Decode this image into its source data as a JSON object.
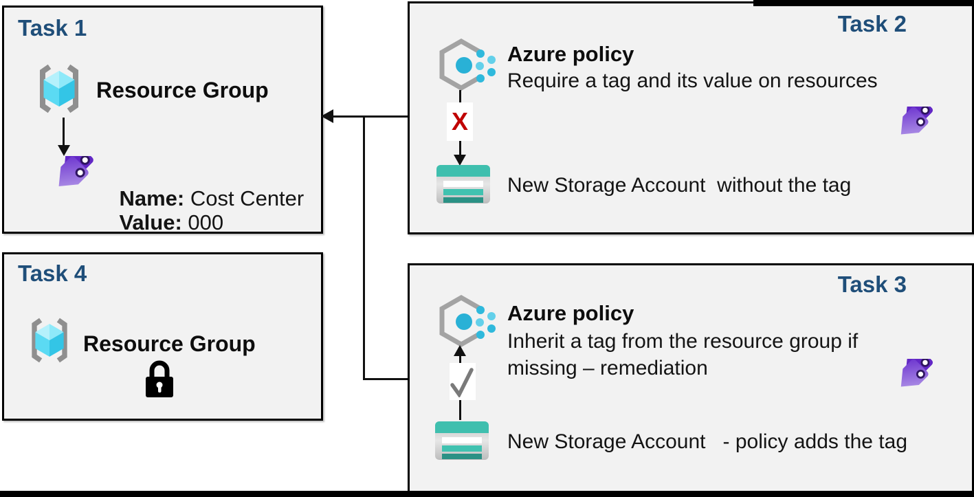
{
  "diagram": {
    "task1": {
      "title": "Task 1",
      "resource_group_label": "Resource Group",
      "tag_name_label": "Name:",
      "tag_name_value": " Cost Center",
      "tag_value_label": "Value:",
      "tag_value_value": " 000"
    },
    "task2": {
      "title": "Task 2",
      "policy_title": "Azure policy",
      "policy_description": "Require a tag and its value on resources",
      "deny_mark": "X",
      "storage_label": "New Storage Account  without the tag"
    },
    "task3": {
      "title": "Task 3",
      "policy_title": "Azure policy",
      "policy_description_line1": "Inherit a tag from the resource group if",
      "policy_description_line2": "missing – remediation",
      "storage_label": "New Storage Account   - policy adds the tag"
    },
    "task4": {
      "title": "Task 4",
      "resource_group_label": "Resource Group"
    },
    "icons": [
      "resource-group-icon",
      "tag-icon",
      "azure-policy-icon",
      "storage-account-icon",
      "lock-icon",
      "checkmark-icon",
      "x-deny-mark"
    ],
    "colors": {
      "title_navy": "#1F4E79",
      "box_background": "#F2F2F2",
      "box_border": "#000000",
      "deny_red": "#C00000",
      "tag_purple_dark": "#6227C5",
      "tag_purple_light": "#B49BE8",
      "storage_teal": "#3FBFAE",
      "storage_teal_dark": "#2B9185",
      "cube_cyan_light": "#B5F1FC",
      "cube_cyan_dark": "#33C5E6",
      "policy_dot_blue": "#29B1D6",
      "bracket_gray": "#8F8F8F",
      "check_gray": "#7A7A7A"
    }
  }
}
